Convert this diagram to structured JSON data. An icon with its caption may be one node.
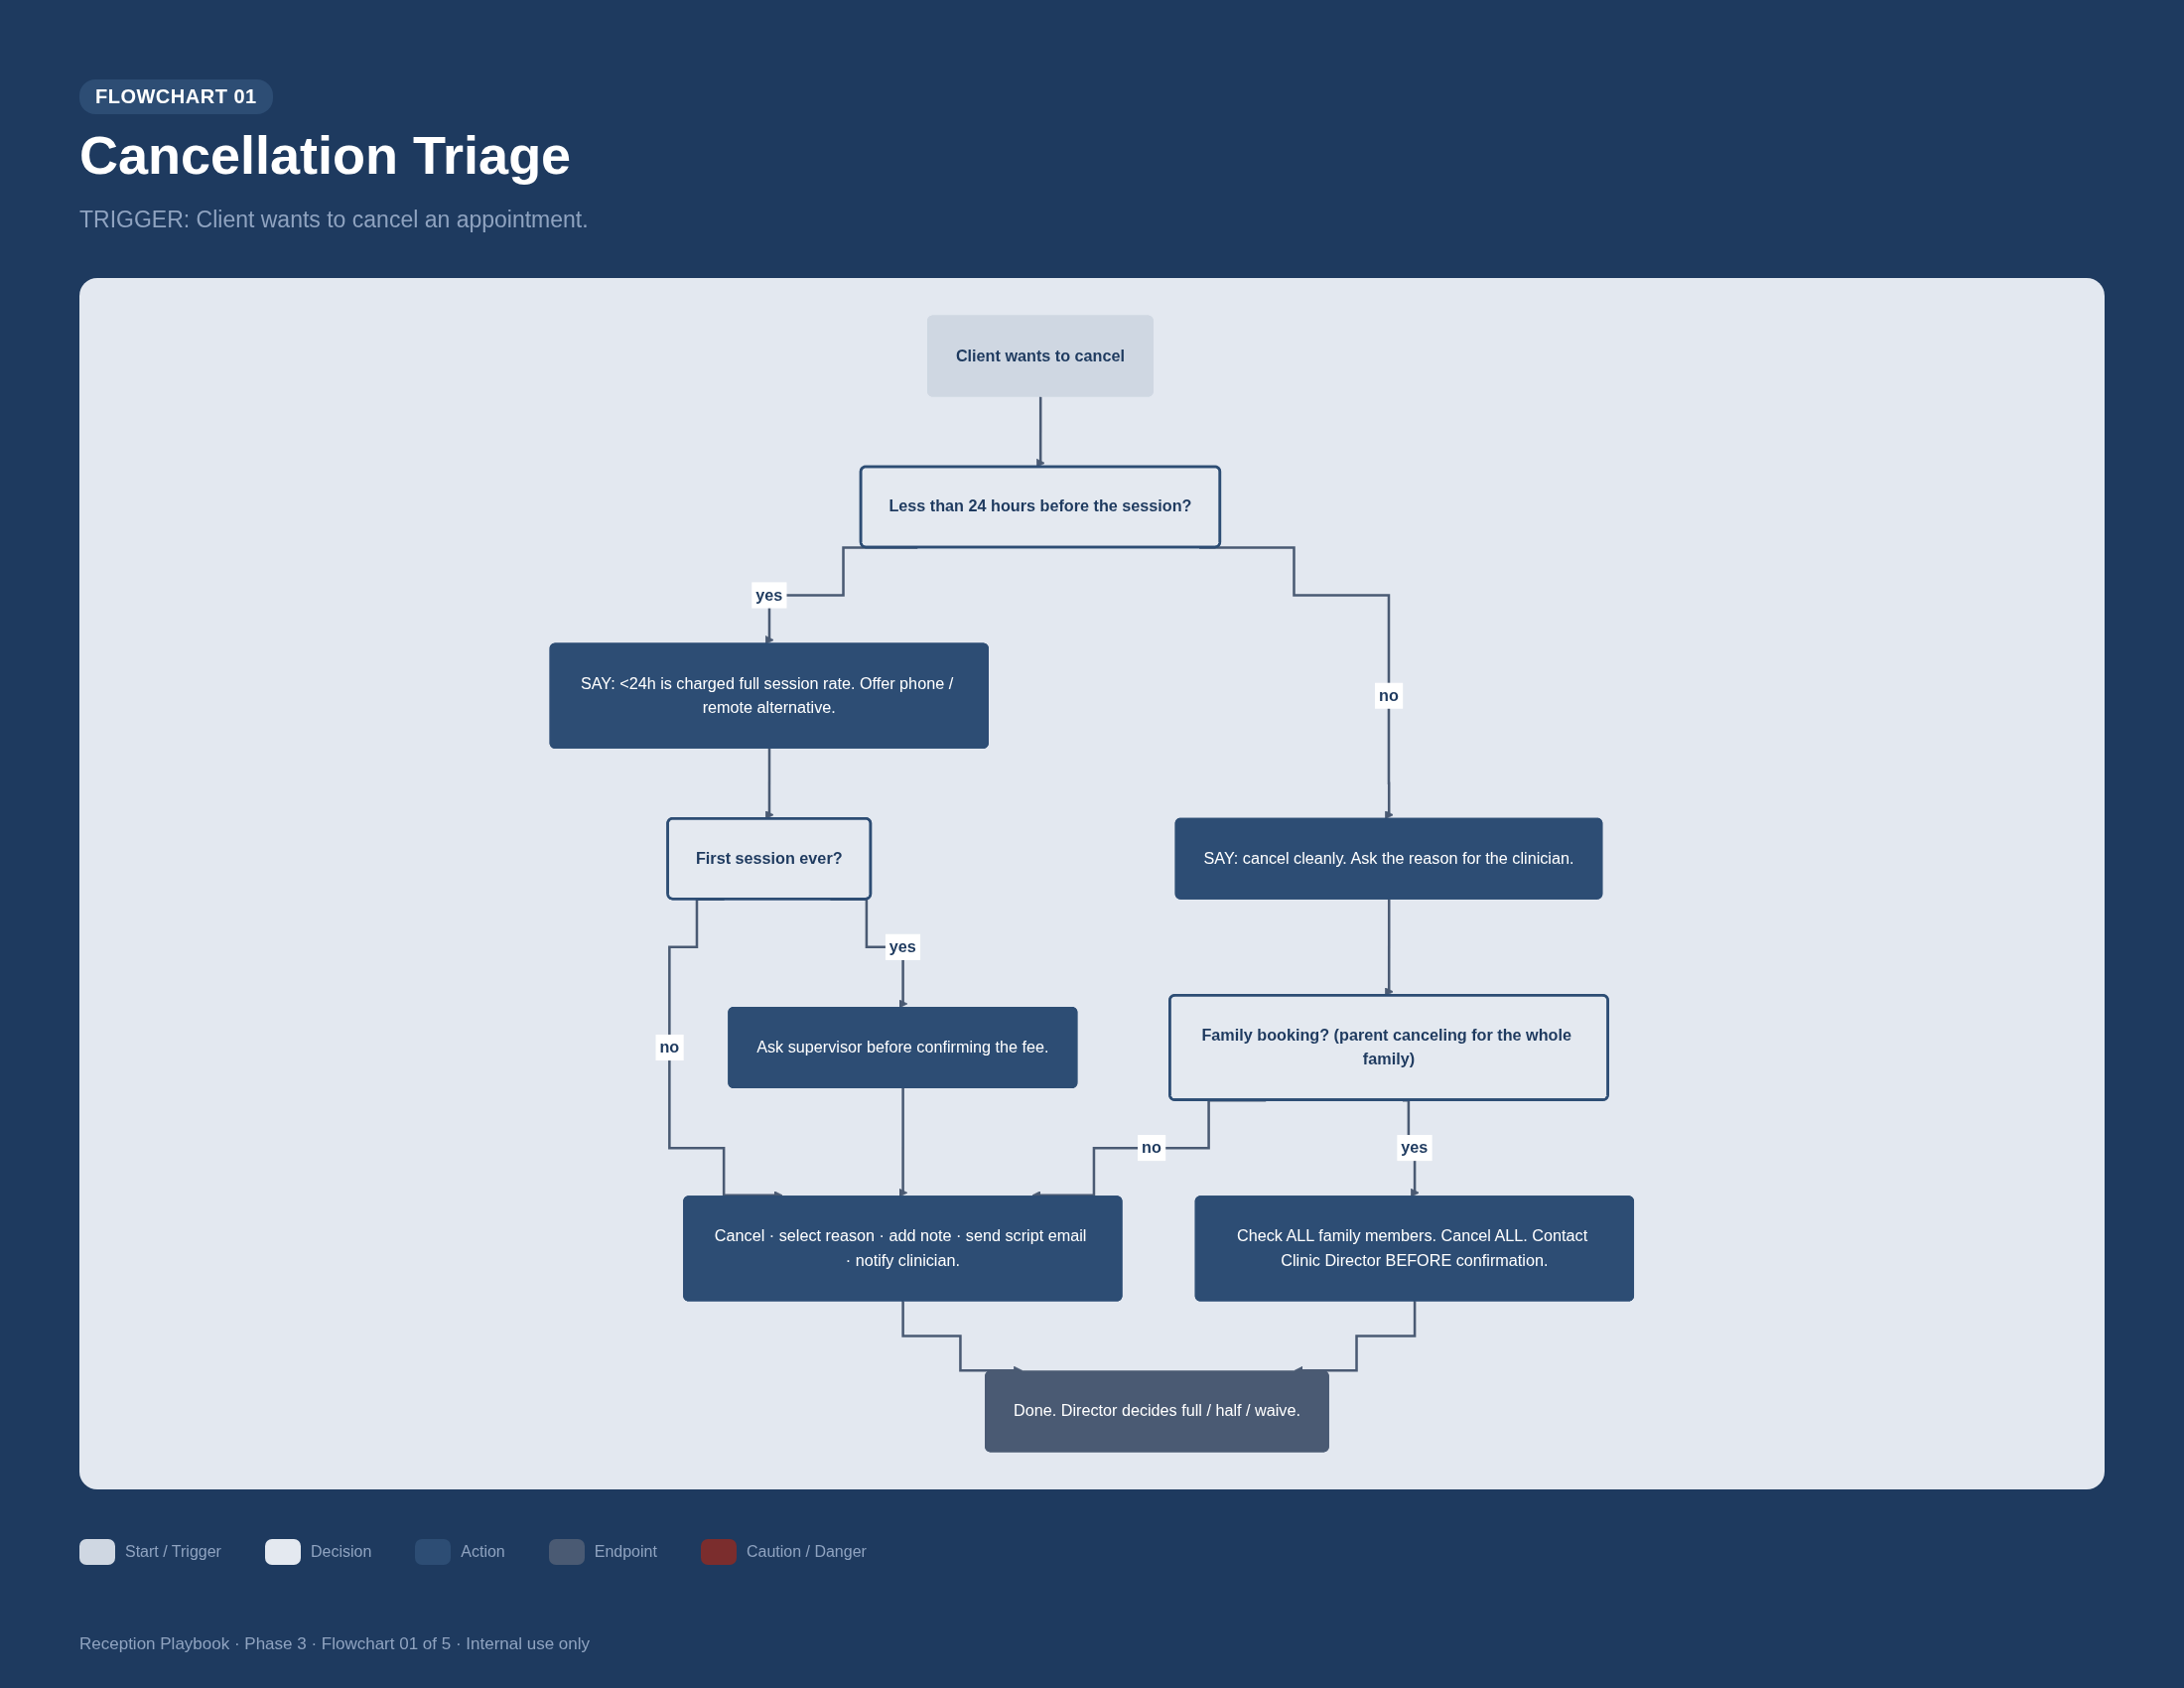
{
  "diagram": {
    "title": "Cancellation Triage",
    "nodes": [
      {
        "text": [
          "Client wants to cancel"
        ]
      },
      {
        "text": [
          "Less than 24 hours before the session?"
        ]
      },
      {
        "text": [
          "SAY: <24h is charged full session rate. Offer phone / remote alternative."
        ]
      },
      {
        "text": [
          "SAY: cancel cleanly. Ask the reason for the clinician."
        ]
      },
      {
        "text": [
          "First session ever?"
        ]
      },
      {
        "text": [
          "Family booking? (parent canceling for the whole family)"
        ]
      },
      {
        "text": [
          "Check ALL family members. Cancel ALL. Contact Clinic Director BEFORE confirmation."
        ]
      },
      {
        "text": [
          "Ask supervisor before confirming the fee."
        ]
      },
      {
        "text": [
          "Cancel · select reason · add note · send script email · notify clinician."
        ]
      },
      {
        "text": [
          "Done. Director decides full / half / waive."
        ]
      }
    ],
    "edges": [
      {
        "from": 0,
        "to": 1,
        "arrow": "to"
      },
      {
        "from": 1,
        "to": 2,
        "arrow": "to",
        "label": "yes"
      },
      {
        "from": 1,
        "to": 3,
        "arrow": "to",
        "label": "no"
      },
      {
        "from": 2,
        "to": 4,
        "arrow": "to"
      },
      {
        "from": 4,
        "to": 7,
        "arrow": "to",
        "label": "yes"
      },
      {
        "from": 4,
        "to": 8,
        "arrow": "to",
        "label": "no"
      },
      {
        "from": 7,
        "to": 8,
        "arrow": "to"
      },
      {
        "from": 3,
        "to": 5,
        "arrow": "to"
      },
      {
        "from": 5,
        "to": 6,
        "arrow": "to",
        "label": "yes"
      },
      {
        "from": 5,
        "to": 8,
        "arrow": "to",
        "label": "no"
      },
      {
        "from": 8,
        "to": 9,
        "arrow": "to"
      },
      {
        "from": 6,
        "to": 9,
        "arrow": "to"
      }
    ],
    "labels": [
      "FLOWCHART 01",
      "TRIGGER: Client wants to cancel an appointment.",
      "Reception Playbook · Phase 3 · Flowchart 01 of 5 · Internal use only"
    ],
    "legend": [
      {
        "text": "Start / Trigger",
        "color": "#cfd7e2"
      },
      {
        "text": "Decision",
        "color": "#e4e9f0"
      },
      {
        "text": "Action",
        "color": "#2d4d74"
      },
      {
        "text": "Endpoint",
        "color": "#4a5a73"
      },
      {
        "text": "Caution / Danger",
        "color": "#7b2d2d"
      }
    ]
  }
}
